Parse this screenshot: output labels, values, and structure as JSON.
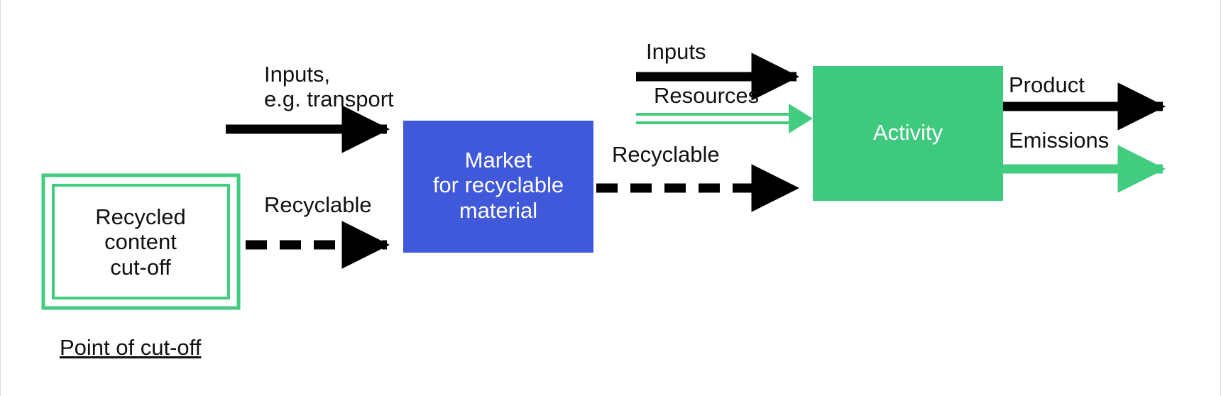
{
  "diagram": {
    "title_footnote": "Point of cut-off",
    "colors": {
      "blue_box": "#4059db",
      "green_box": "#3fc97e",
      "green_line": "#41cc7f",
      "black": "#000000",
      "background": "#ffffff",
      "box_text": "#ffffff",
      "label_text": "#111111"
    },
    "nodes": [
      {
        "id": "recycled-content-cutoff",
        "kind": "double-outline-box",
        "lines": [
          "Recycled",
          "content",
          "cut-off"
        ]
      },
      {
        "id": "market-for-recyclable-material",
        "kind": "filled-box",
        "lines": [
          "Market",
          "for recyclable",
          "material"
        ]
      },
      {
        "id": "activity",
        "kind": "filled-box",
        "lines": [
          "Activity"
        ]
      }
    ],
    "flows": [
      {
        "id": "inputs-transport",
        "lines": [
          "Inputs,",
          "e.g. transport"
        ],
        "style": "solid",
        "color": "black",
        "target": "market-for-recyclable-material"
      },
      {
        "id": "recyclable-from-cutoff",
        "lines": [
          "Recyclable"
        ],
        "style": "dashed",
        "color": "black",
        "source": "recycled-content-cutoff",
        "target": "market-for-recyclable-material"
      },
      {
        "id": "inputs-activity",
        "lines": [
          "Inputs"
        ],
        "style": "solid",
        "color": "black",
        "target": "activity"
      },
      {
        "id": "resources",
        "lines": [
          "Resources"
        ],
        "style": "double-line",
        "color": "green",
        "target": "activity"
      },
      {
        "id": "recyclable-to-activity",
        "lines": [
          "Recyclable"
        ],
        "style": "dashed",
        "color": "black",
        "source": "market-for-recyclable-material",
        "target": "activity"
      },
      {
        "id": "product",
        "lines": [
          "Product"
        ],
        "style": "solid",
        "color": "black",
        "source": "activity"
      },
      {
        "id": "emissions",
        "lines": [
          "Emissions"
        ],
        "style": "solid",
        "color": "green",
        "source": "activity"
      }
    ]
  }
}
